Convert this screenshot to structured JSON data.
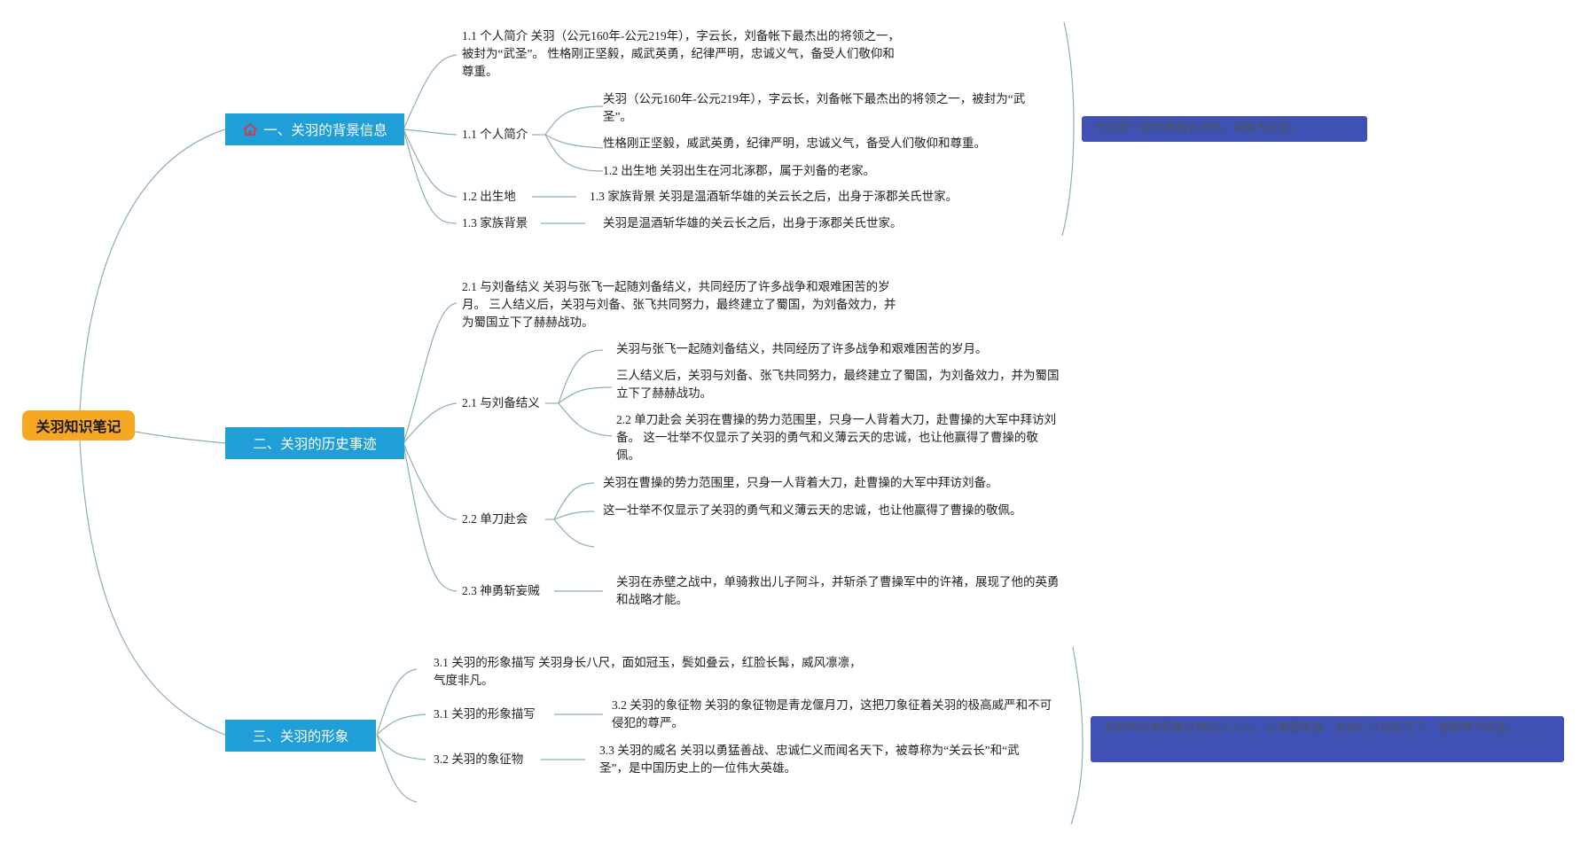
{
  "root": {
    "label": "关羽知识笔记"
  },
  "branches": [
    {
      "label": "一、关羽的背景信息",
      "icon": "home-icon",
      "intro": "1.1 个人简介 关羽（公元160年-公元219年），字云长，刘备帐下最杰出的将领之一，被封为“武圣”。 性格刚正坚毅，威武英勇，纪律严明，忠诚义气，备受人们敬仰和尊重。",
      "subs": [
        {
          "label": "1.1 个人简介",
          "details": [
            "关羽（公元160年-公元219年），字云长，刘备帐下最杰出的将领之一，被封为“武圣”。",
            "性格刚正坚毅，威武英勇，纪律严明，忠诚义气，备受人们敬仰和尊重。",
            "1.2 出生地 关羽出生在河北涿郡，属于刘备的老家。"
          ]
        },
        {
          "label": "1.2 出生地",
          "details": [
            "1.3 家族背景 关羽是温酒斩华雄的关云长之后，出身于涿郡关氏世家。"
          ]
        },
        {
          "label": "1.3 家族背景",
          "details": [
            "关羽是温酒斩华雄的关云长之后，出身于涿郡关氏世家。"
          ]
        }
      ],
      "callout": "关羽是三国时期著名将领，被尊为武圣。"
    },
    {
      "label": "二、关羽的历史事迹",
      "intro": "2.1 与刘备结义 关羽与张飞一起随刘备结义，共同经历了许多战争和艰难困苦的岁月。 三人结义后，关羽与刘备、张飞共同努力，最终建立了蜀国，为刘备效力，并为蜀国立下了赫赫战功。",
      "subs": [
        {
          "label": "2.1 与刘备结义",
          "details": [
            "关羽与张飞一起随刘备结义，共同经历了许多战争和艰难困苦的岁月。",
            "三人结义后，关羽与刘备、张飞共同努力，最终建立了蜀国，为刘备效力，并为蜀国立下了赫赫战功。",
            "2.2 单刀赴会 关羽在曹操的势力范围里，只身一人背着大刀，赴曹操的大军中拜访刘备。 这一壮举不仅显示了关羽的勇气和义薄云天的忠诚，也让他赢得了曹操的敬佩。"
          ]
        },
        {
          "label": "2.2 单刀赴会",
          "details": [
            "关羽在曹操的势力范围里，只身一人背着大刀，赴曹操的大军中拜访刘备。",
            "这一壮举不仅显示了关羽的勇气和义薄云天的忠诚，也让他赢得了曹操的敬佩。"
          ]
        },
        {
          "label": "2.3 神勇斩妄贼",
          "details": [
            "关羽在赤壁之战中，单骑救出儿子阿斗，并斩杀了曹操军中的许褚，展现了他的英勇和战略才能。"
          ]
        }
      ]
    },
    {
      "label": "三、关羽的形象",
      "intro": "3.1 关羽的形象描写 关羽身长八尺，面如冠玉，鬓如叠云，红脸长髯，威风凛凛，气度非凡。",
      "subs": [
        {
          "label": "3.1 关羽的形象描写",
          "details": [
            "3.2 关羽的象征物 关羽的象征物是青龙偃月刀，这把刀象征着关羽的极高威严和不可侵犯的尊严。"
          ]
        },
        {
          "label": "3.2 关羽的象征物",
          "details": [
            "3.3 关羽的威名 关羽以勇猛善战、忠诚仁义而闻名天下，被尊称为“关云长”和“武圣”，是中国历史上的一位伟大英雄。"
          ]
        }
      ],
      "callout": "关羽的形象和象征物深入人心，以勇猛善战、忠诚仁义闻名天下，被尊称为武圣。"
    }
  ],
  "colors": {
    "root": "#f7a823",
    "branch": "#1f9ed8",
    "callout": "#3f51b5",
    "link": "#8bb3a3"
  }
}
